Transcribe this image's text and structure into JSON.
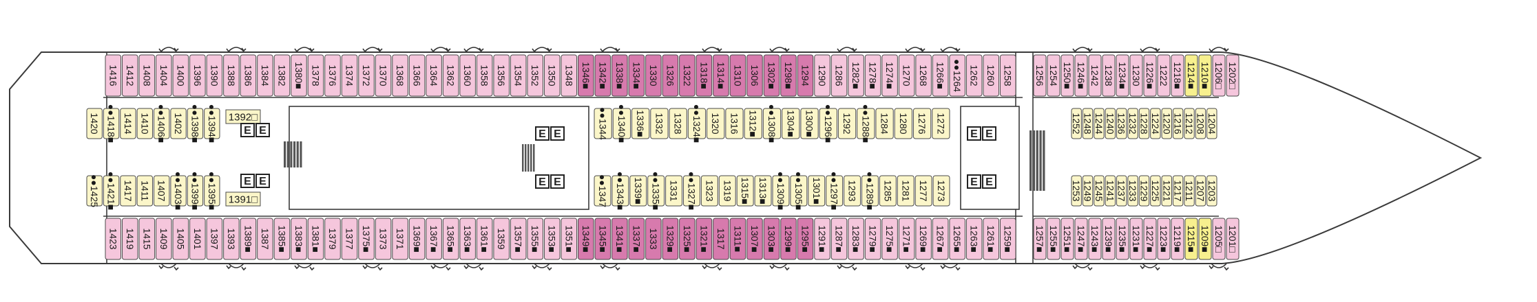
{
  "colors": {
    "pink": "#f5c6dc",
    "magenta": "#d77aad",
    "cream": "#fbf6c9",
    "yellow": "#f7f08e",
    "outline": "#3a3a3a"
  },
  "markers": {
    "filled": "■",
    "hollow": "□",
    "dots": "●●"
  },
  "elevator_label": "E",
  "sections": {
    "top_outer_aft": [
      "1416",
      "1412",
      "1408",
      "1404",
      "1400",
      "1396",
      "1390",
      "1388",
      "1386",
      "1384",
      "1382",
      "1380",
      "1378",
      "1376",
      "1374",
      "1372",
      "1370",
      "1368",
      "1366",
      "1364",
      "1362",
      "1360",
      "1358",
      "1356",
      "1354",
      "1352",
      "1350",
      "1348",
      "1346",
      "1342",
      "1338",
      "1334",
      "1330",
      "1326",
      "1322",
      "1318",
      "1314",
      "1310",
      "1306",
      "1302",
      "1298",
      "1294",
      "1290",
      "1286",
      "1282",
      "1278",
      "1274",
      "1270",
      "1268",
      "1266",
      "1264",
      "1262",
      "1260",
      "1258"
    ],
    "top_outer_fwd": [
      "1256",
      "1254",
      "1250",
      "1246",
      "1242",
      "1238",
      "1234",
      "1230",
      "1226",
      "1222",
      "1218",
      "1214",
      "1210",
      "1206",
      "1202"
    ],
    "inner_top_aft": [
      "1420",
      "1418",
      "1414",
      "1410",
      "1406",
      "1402",
      "1398",
      "1394"
    ],
    "inner_top_mid": [
      "1344",
      "1340",
      "1336",
      "1332",
      "1328",
      "1324",
      "1320",
      "1316",
      "1312",
      "1308",
      "1304",
      "1300",
      "1296",
      "1292",
      "1288",
      "1284",
      "1280",
      "1276",
      "1272"
    ],
    "inner_top_fwd": [
      "1252",
      "1248",
      "1244",
      "1240",
      "1236",
      "1232",
      "1228",
      "1224",
      "1220",
      "1216",
      "1212",
      "1208",
      "1204"
    ],
    "inner_bot_aft": [
      "1425",
      "1421",
      "1417",
      "1411",
      "1407",
      "1403",
      "1399",
      "1395"
    ],
    "inner_bot_mid": [
      "1347",
      "1343",
      "1339",
      "1335",
      "1331",
      "1327",
      "1323",
      "1319",
      "1315",
      "1313",
      "1309",
      "1305",
      "1301",
      "1297",
      "1293",
      "1289",
      "1285",
      "1281",
      "1277",
      "1273"
    ],
    "inner_bot_fwd": [
      "1253",
      "1249",
      "1245",
      "1241",
      "1237",
      "1233",
      "1229",
      "1225",
      "1221",
      "1217",
      "1211",
      "1207",
      "1203"
    ],
    "bot_outer_aft": [
      "1423",
      "1419",
      "1415",
      "1409",
      "1405",
      "1401",
      "1397",
      "1393",
      "1389",
      "1387",
      "1385",
      "1383",
      "1381",
      "1379",
      "1377",
      "1375",
      "1373",
      "1371",
      "1369",
      "1367",
      "1365",
      "1363",
      "1361",
      "1359",
      "1357",
      "1355",
      "1353",
      "1351",
      "1349",
      "1345",
      "1341",
      "1337",
      "1333",
      "1329",
      "1325",
      "1321",
      "1317",
      "1311",
      "1307",
      "1303",
      "1299",
      "1295",
      "1291",
      "1287",
      "1283",
      "1279",
      "1275",
      "1271",
      "1269",
      "1267",
      "1265",
      "1263",
      "1261",
      "1259"
    ],
    "bot_outer_fwd": [
      "1257",
      "1255",
      "1251",
      "1247",
      "1243",
      "1239",
      "1235",
      "1231",
      "1227",
      "1223",
      "1219",
      "1215",
      "1209",
      "1205",
      "1201"
    ],
    "small": [
      "1392",
      "1391"
    ]
  }
}
